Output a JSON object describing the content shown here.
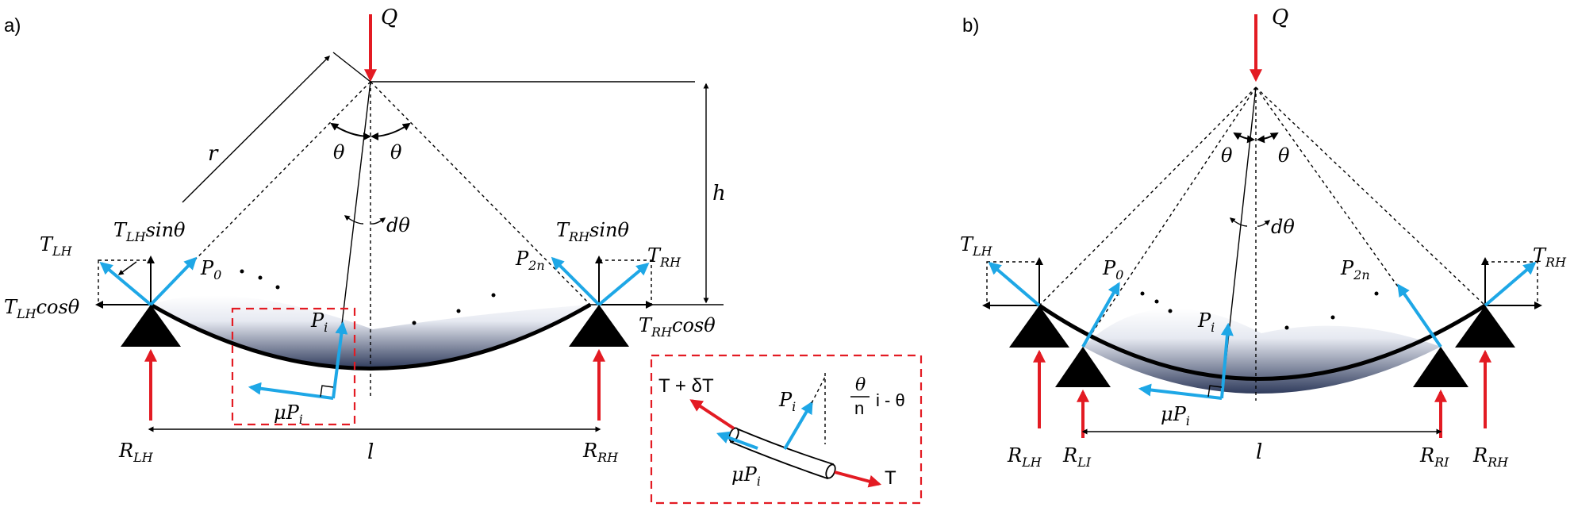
{
  "panel_a": {
    "label": "a)",
    "load": "Q",
    "radius": "r",
    "height": "h",
    "theta_left": "θ",
    "theta_right": "θ",
    "dtheta": "dθ",
    "tlh": "T",
    "tlh_sub": "LH",
    "tlh_sin": "T",
    "tlh_sin_sub": "LH",
    "tlh_sin_tail": "sinθ",
    "tlh_cos": "T",
    "tlh_cos_sub": "LH",
    "tlh_cos_tail": "cosθ",
    "trh": "T",
    "trh_sub": "RH",
    "trh_sin": "T",
    "trh_sin_sub": "RH",
    "trh_sin_tail": "sinθ",
    "trh_cos": "T",
    "trh_cos_sub": "RH",
    "trh_cos_tail": "cosθ",
    "p0": "P",
    "p0_sub": "0",
    "p2n": "P",
    "p2n_sub": "2n",
    "pi": "P",
    "pi_sub": "i",
    "mupi": "μP",
    "mupi_sub": "i",
    "rlh": "R",
    "rlh_sub": "LH",
    "rrh": "R",
    "rrh_sub": "RH",
    "span": "l",
    "inset": {
      "t_plus": "T + δT",
      "t": "T",
      "pi": "P",
      "pi_sub": "i",
      "mupi": "μP",
      "mupi_sub": "i",
      "frac_num": "θ",
      "frac_den": "n",
      "frac_tail": "i - θ"
    }
  },
  "panel_b": {
    "label": "b)",
    "load": "Q",
    "theta_left": "θ",
    "theta_right": "θ",
    "dtheta": "dθ",
    "tlh": "T",
    "tlh_sub": "LH",
    "trh": "T",
    "trh_sub": "RH",
    "p0": "P",
    "p0_sub": "0",
    "p2n": "P",
    "p2n_sub": "2n",
    "pi": "P",
    "pi_sub": "i",
    "mupi": "μP",
    "mupi_sub": "i",
    "rlh": "R",
    "rlh_sub": "LH",
    "rli": "R",
    "rli_sub": "LI",
    "rri": "R",
    "rri_sub": "RI",
    "rrh": "R",
    "rrh_sub": "RH",
    "span": "l"
  },
  "colors": {
    "load_arrow": "#e31b23",
    "pressure_arrow": "#1ea7e6",
    "cable": "#000000",
    "fill_dark": "#2f3b5c"
  }
}
